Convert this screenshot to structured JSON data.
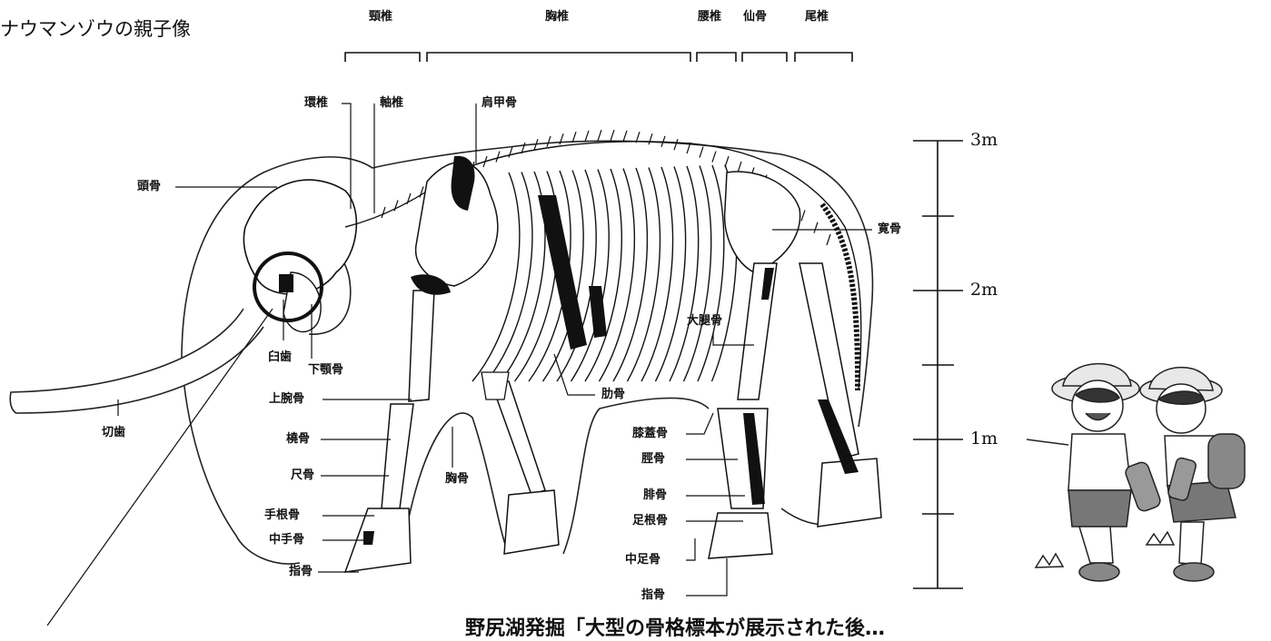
{
  "title": "ナウマンゾウの親子像",
  "regions": {
    "cervical": "頸椎",
    "thoracic": "胸椎",
    "lumbar": "腰椎",
    "sacrum": "仙骨",
    "caudal": "尾椎"
  },
  "labels": {
    "atlas": "環椎",
    "axis": "軸椎",
    "scapula": "肩甲骨",
    "skull": "頭骨",
    "pelvis": "寛骨",
    "molar": "臼歯",
    "mandible": "下顎骨",
    "femur": "大腿骨",
    "tusk": "切歯",
    "humerus": "上腕骨",
    "rib": "肋骨",
    "radius": "橈骨",
    "ulna": "尺骨",
    "sternum": "胸骨",
    "patella": "膝蓋骨",
    "tibia": "脛骨",
    "fibula": "腓骨",
    "carpals": "手根骨",
    "tarsals": "足根骨",
    "metacarpals": "中手骨",
    "metatarsals": "中足骨",
    "phalanges_front": "指骨",
    "phalanges_hind": "指骨"
  },
  "scale": {
    "m3": "3m",
    "m2": "2m",
    "m1": "1m"
  },
  "caption": "野尻湖発掘「大型の骨格標本が展示された後…"
}
